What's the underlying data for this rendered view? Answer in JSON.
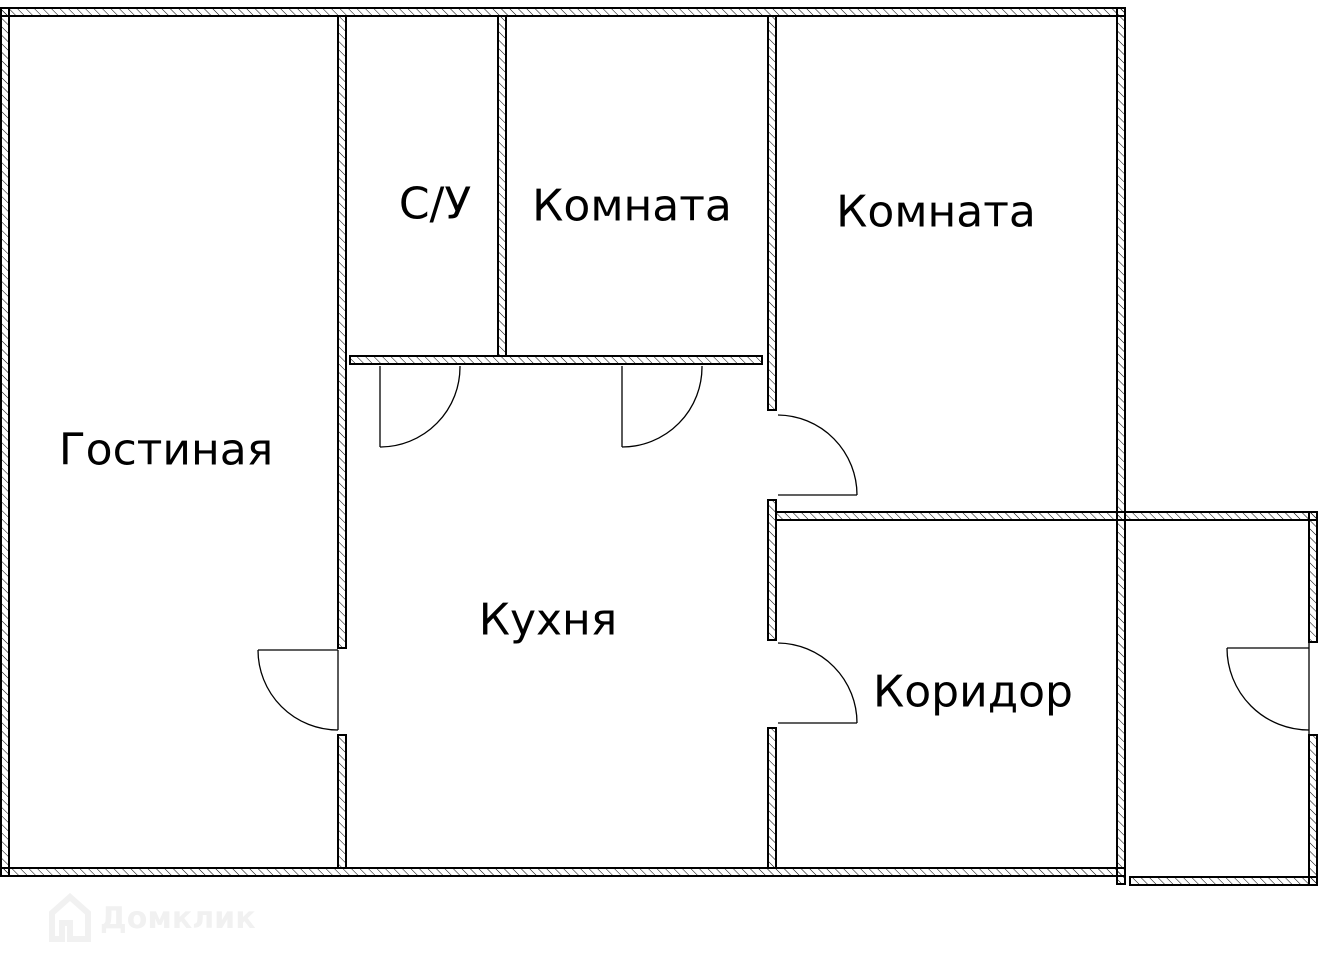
{
  "rooms": {
    "living": "Гостиная",
    "bathroom": "С/У",
    "room1": "Комната",
    "room2": "Комната",
    "kitchen": "Кухня",
    "corridor": "Коридор"
  },
  "watermark": "Домклик",
  "colors": {
    "wall_line": "#000000",
    "background": "#ffffff",
    "watermark": "#f1f1f1"
  }
}
